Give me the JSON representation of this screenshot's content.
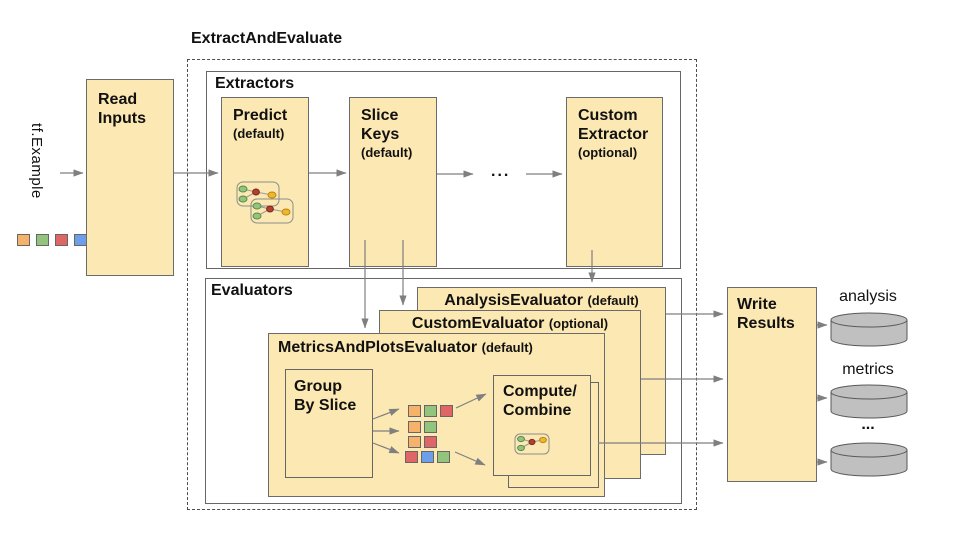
{
  "title": "ExtractAndEvaluate",
  "input": {
    "label": "tf.Example",
    "squares": [
      "orange",
      "green",
      "red",
      "blue"
    ]
  },
  "nodes": {
    "read_inputs": {
      "line1": "Read",
      "line2": "Inputs"
    },
    "extractors_frame": {
      "label": "Extractors"
    },
    "predict": {
      "line1": "Predict",
      "qualifier": "(default)"
    },
    "slice_keys": {
      "line1": "Slice",
      "line2": "Keys",
      "qualifier": "(default)"
    },
    "extractors_ellipsis": "...",
    "custom_extractor": {
      "line1": "Custom",
      "line2": "Extractor",
      "qualifier": "(optional)"
    },
    "evaluators_frame": {
      "label": "Evaluators"
    },
    "analysis_evaluator": {
      "name": "AnalysisEvaluator",
      "qualifier": "(default)"
    },
    "custom_evaluator": {
      "name": "CustomEvaluator",
      "qualifier": "(optional)"
    },
    "metrics_evaluator": {
      "name": "MetricsAndPlotsEvaluator",
      "qualifier": "(default)"
    },
    "group_by_slice": {
      "line1": "Group",
      "line2": "By Slice"
    },
    "compute_combine": {
      "line1": "Compute/",
      "line2": "Combine"
    },
    "write_results": {
      "line1": "Write",
      "line2": "Results"
    }
  },
  "slice_grid": {
    "rows": [
      [
        "orange",
        "green",
        "red"
      ],
      [
        "orange",
        "green"
      ],
      [
        "orange",
        "red"
      ],
      [
        "red",
        "blue",
        "green"
      ]
    ]
  },
  "outputs": [
    {
      "label": "analysis"
    },
    {
      "label": "metrics"
    },
    {
      "label": "..."
    }
  ],
  "colors": {
    "box_fill": "#fce8b2",
    "box_border": "#6b6b6b",
    "square_border": "#666666",
    "orange": "#f6b26b",
    "green": "#93c47d",
    "red": "#e06666",
    "blue": "#6d9eeb",
    "arrow": "#7f7f7f",
    "cylinder_fill": "#c0c0c0",
    "cylinder_border": "#595959"
  }
}
